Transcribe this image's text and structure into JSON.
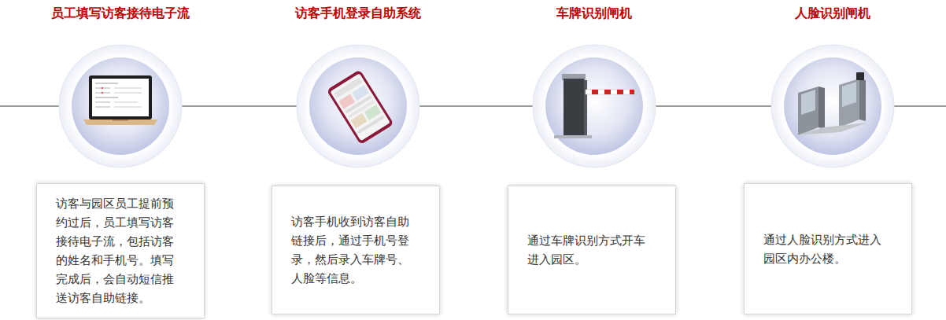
{
  "diagram": {
    "nodes": [
      {
        "text": [
          "员工填写访客接待电子流",
          "访客与园区员工提前预约过后，员工填写访客接待电子流，包括访客的姓名和手机号。填写完成后，会自动短信推送访客自助链接。"
        ]
      },
      {
        "text": [
          "访客手机登录自助系统",
          "访客手机收到访客自助链接后，通过手机号登录，然后录入车牌号、人脸等信息。"
        ]
      },
      {
        "text": [
          "车牌识别闸机",
          "通过车牌识别方式开车进入园区。"
        ]
      },
      {
        "text": [
          "人脸识别闸机",
          "通过人脸识别方式进入园区内办公楼。"
        ]
      }
    ],
    "edges": [
      {
        "from": 0,
        "to": 1,
        "arrow": "none"
      },
      {
        "from": 1,
        "to": 2,
        "arrow": "none"
      },
      {
        "from": 2,
        "to": 3,
        "arrow": "none"
      }
    ]
  }
}
